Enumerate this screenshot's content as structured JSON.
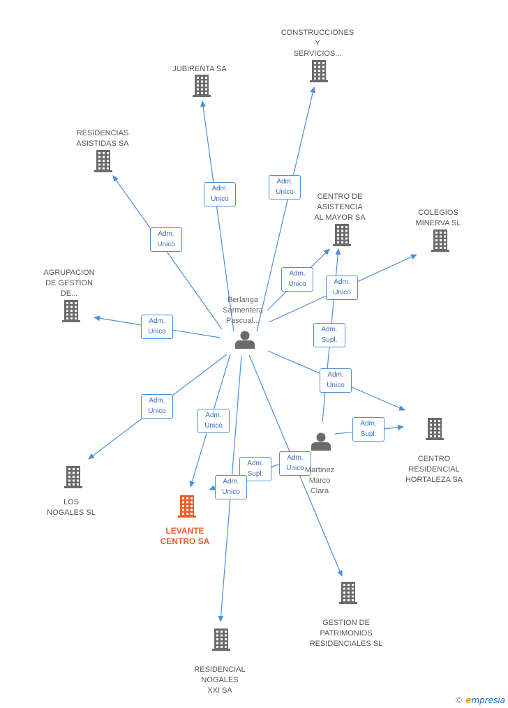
{
  "colors": {
    "edge": "#4a8fd8",
    "company_icon": "#6b6b6b",
    "focus_icon": "#e8602c",
    "person_icon": "#6b6b6b"
  },
  "persons": [
    {
      "id": "p1",
      "label": "Berlanga\nSarmentera\nPascual..."
    },
    {
      "id": "p2",
      "label": "Martinez\nMarco\nClara"
    }
  ],
  "companies": [
    {
      "id": "c_construcciones",
      "label": "CONSTRUCCIONES\nY\nSERVICIOS..."
    },
    {
      "id": "c_jubirenta",
      "label": "JUBIRENTA SA"
    },
    {
      "id": "c_residencias",
      "label": "RESIDENCIAS\nASISTIDAS SA"
    },
    {
      "id": "c_centro_asistencia",
      "label": "CENTRO DE\nASISTENCIA\nAL MAYOR SA"
    },
    {
      "id": "c_colegios",
      "label": "COLEGIOS\nMINERVA SL"
    },
    {
      "id": "c_agrupacion",
      "label": "AGRUPACION\nDE GESTION\nDE..."
    },
    {
      "id": "c_centro_hortaleza",
      "label": "CENTRO\nRESIDENCIAL\nHORTALEZA SA"
    },
    {
      "id": "c_nogales",
      "label": "LOS\nNOGALES SL"
    },
    {
      "id": "c_levante",
      "label": "LEVANTE\nCENTRO SA",
      "focus": true
    },
    {
      "id": "c_gestion",
      "label": "GESTION DE\nPATRIMONIOS\nRESIDENCIALES SL"
    },
    {
      "id": "c_residencial_nogales",
      "label": "RESIDENCIAL\nNOGALES\nXXI SA"
    }
  ],
  "edges": [
    {
      "from": "p1",
      "to": "c_jubirenta",
      "label": "Adm.\nUnico"
    },
    {
      "from": "p1",
      "to": "c_construcciones",
      "label": "Adm.\nUnico"
    },
    {
      "from": "p1",
      "to": "c_residencias",
      "label": "Adm.\nUnico"
    },
    {
      "from": "p1",
      "to": "c_centro_asistencia",
      "label": "Adm.\nUnico"
    },
    {
      "from": "p1",
      "to": "c_colegios",
      "label": "Adm.\nUnico"
    },
    {
      "from": "p1",
      "to": "c_agrupacion",
      "label": "Adm.\nUnico"
    },
    {
      "from": "p2",
      "to": "c_centro_asistencia",
      "label": "Adm.\nSupl."
    },
    {
      "from": "p1",
      "to": "c_centro_hortaleza",
      "label": "Adm.\nUnico"
    },
    {
      "from": "p2",
      "to": "c_centro_hortaleza",
      "label": "Adm.\nSupl."
    },
    {
      "from": "p1",
      "to": "c_nogales",
      "label": "Adm.\nUnico"
    },
    {
      "from": "p1",
      "to": "c_levante",
      "label": "Adm.\nUnico"
    },
    {
      "from": "p2",
      "to": "c_levante",
      "label": "Adm.\nSupl."
    },
    {
      "from": "p1",
      "to": "c_gestion",
      "label": "Adm.\nUnico"
    },
    {
      "from": "p1",
      "to": "c_residencial_nogales",
      "label": "Adm.\nUnico"
    }
  ],
  "watermark": {
    "copyright": "©",
    "brand_initial": "e",
    "brand_rest": "mpresia"
  }
}
